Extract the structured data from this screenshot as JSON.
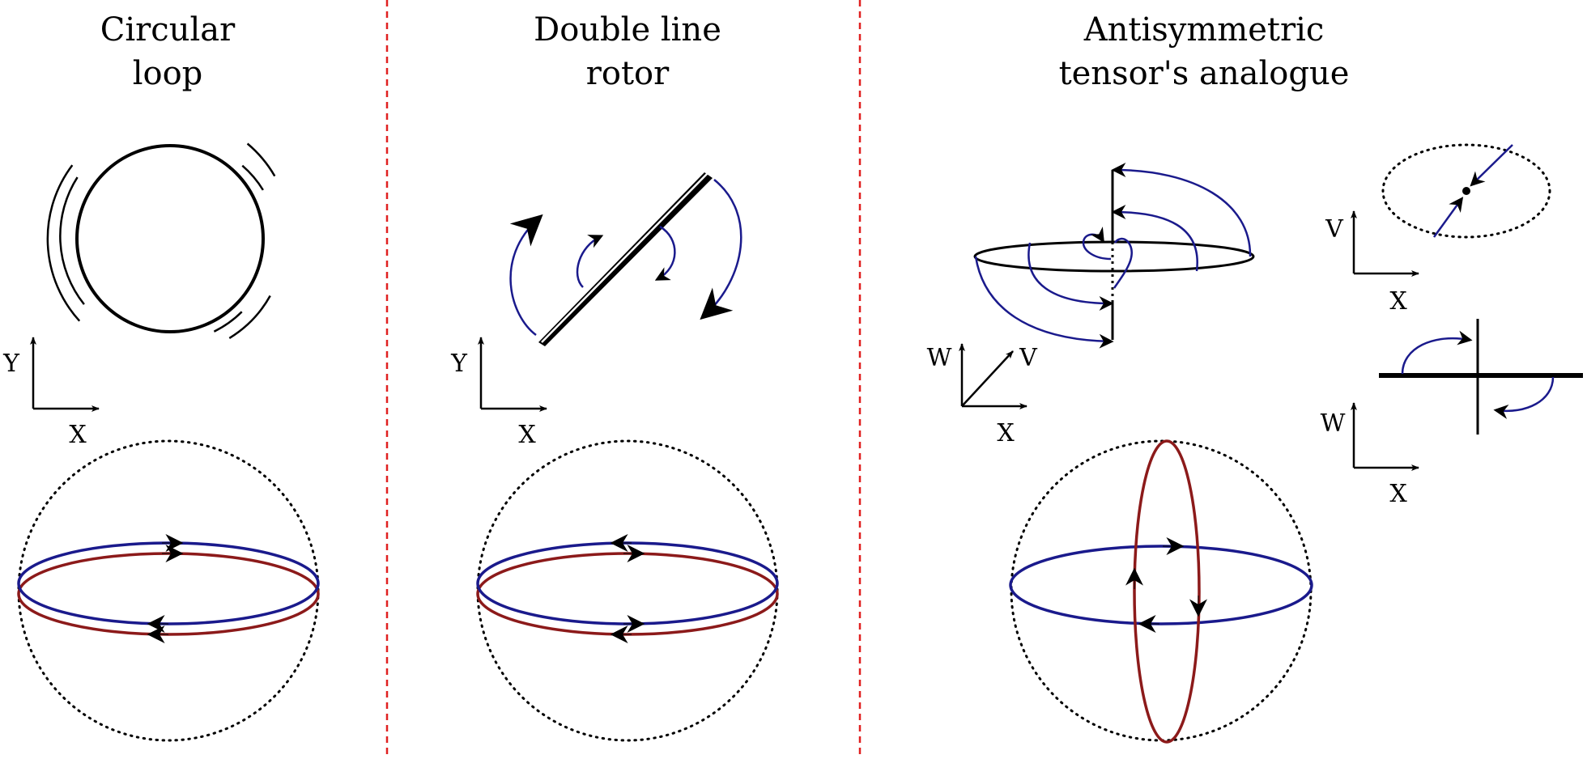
{
  "panels": [
    {
      "title_line1": "Circular",
      "title_line2": "loop",
      "x_label": "X",
      "y_label": "Y"
    },
    {
      "title_line1": "Double line",
      "title_line2": "rotor",
      "x_label": "X",
      "y_label": "Y"
    },
    {
      "title_line1": "Antisymmetric",
      "title_line2": "tensor's analogue",
      "xyz_labels": {
        "w": "W",
        "v": "V",
        "x": "X"
      },
      "vx_labels": {
        "v": "V",
        "x": "X"
      },
      "wx_labels": {
        "w": "W",
        "x": "X"
      }
    }
  ],
  "colors": {
    "blue": "#1a1a8c",
    "red": "#8c1a1a",
    "separator": "#e02020",
    "ink": "#000000"
  }
}
